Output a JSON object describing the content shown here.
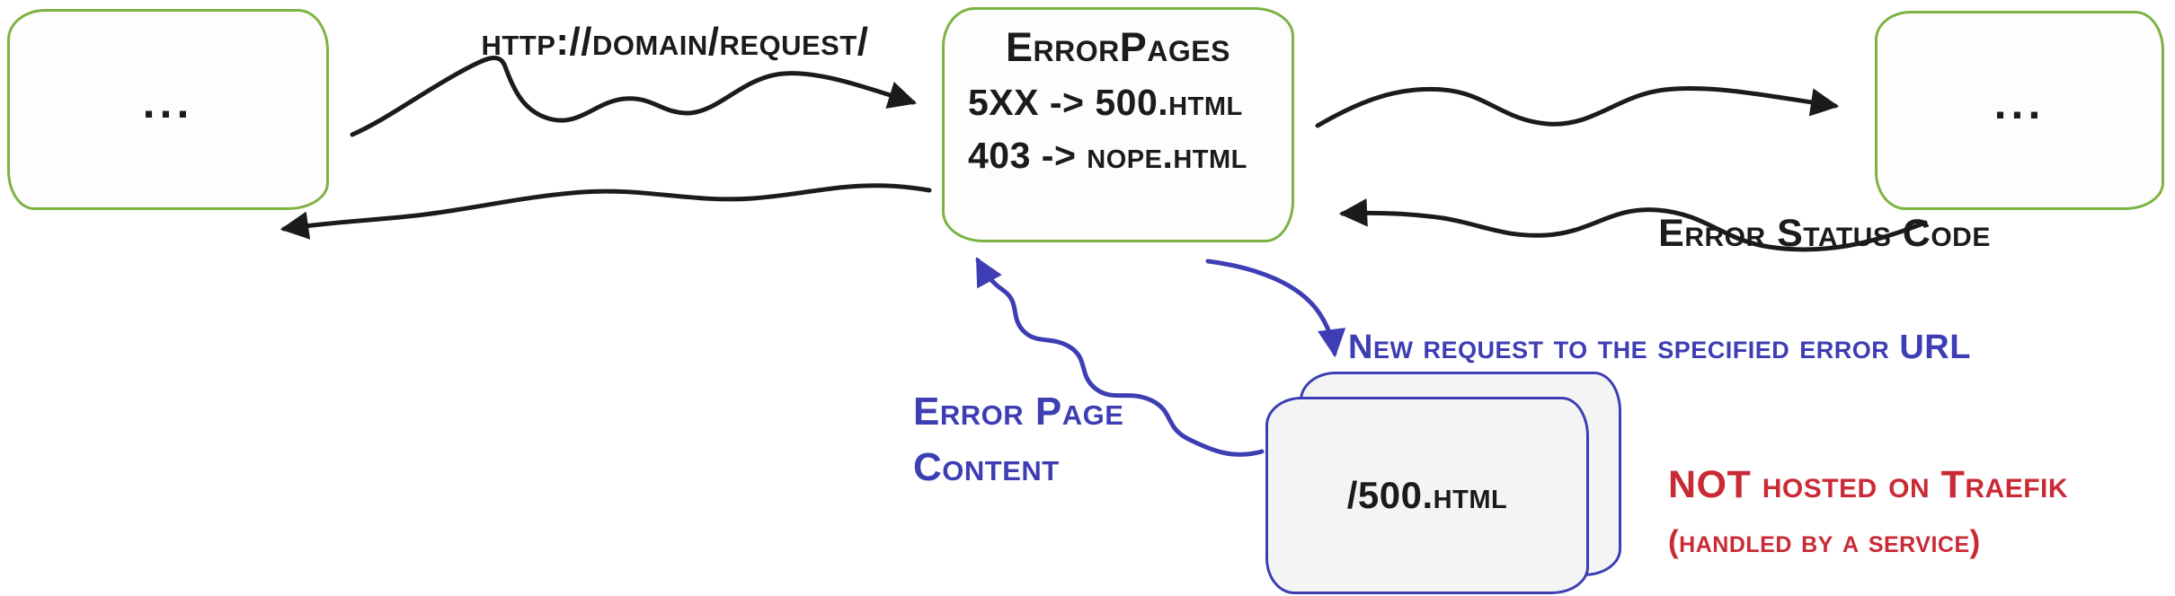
{
  "colors": {
    "ink": "#1b1b1b",
    "green": "#7cb342",
    "blue": "#3d3db4",
    "red": "#c92a36",
    "box_fill": "#fdfdfd",
    "stack_fill": "#f4f4f5"
  },
  "client_box": {
    "label": "..."
  },
  "middleware_box": {
    "title": "ErrorPages",
    "rules": [
      "5XX -> 500.html",
      "403 -> nope.html"
    ]
  },
  "service_box": {
    "label": "..."
  },
  "error_stack": {
    "file": "/500.html"
  },
  "labels": {
    "request_url": "http://domain/request/",
    "error_status_code": "Error Status Code",
    "new_request": "New request to the specified error URL",
    "error_page_content": [
      "Error Page",
      "Content"
    ],
    "not_hosted": "NOT hosted on Traefik",
    "handled_by": "(handled by a service)"
  }
}
